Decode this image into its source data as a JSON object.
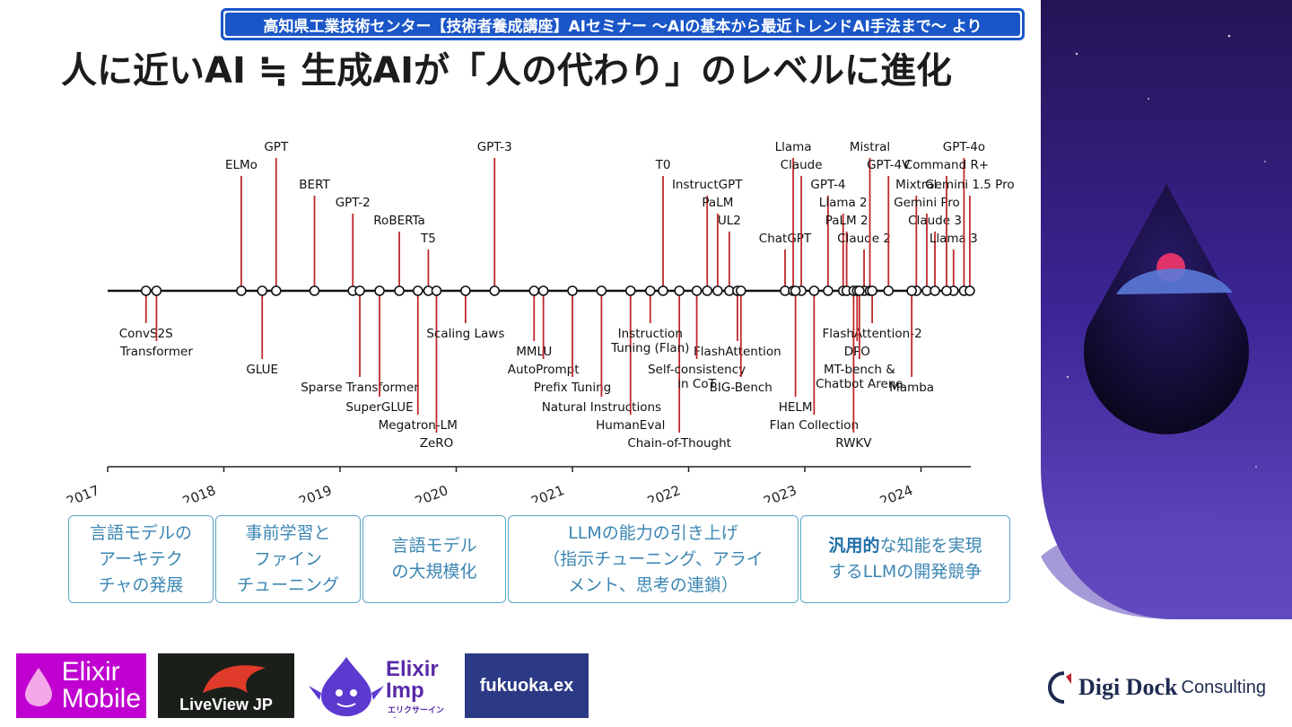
{
  "source_banner": "高知県工業技術センター【技術者養成講座】AIセミナー ～AIの基本から最近トレンドAI手法まで～ より",
  "title": "人に近いAI ≒ 生成AIが「人の代わり」のレベルに進化",
  "timeline": {
    "axis_line_color": "#111111",
    "stem_color": "#c0282a",
    "years": [
      "2017",
      "2018",
      "2019",
      "2020",
      "2021",
      "2022",
      "2023",
      "2024"
    ],
    "above": [
      {
        "label": "GPT",
        "date": 2018.45
      },
      {
        "label": "ELMo",
        "date": 2018.15
      },
      {
        "label": "BERT",
        "date": 2018.78
      },
      {
        "label": "GPT-2",
        "date": 2019.11
      },
      {
        "label": "RoBERTa",
        "date": 2019.51
      },
      {
        "label": "T5",
        "date": 2019.76
      },
      {
        "label": "GPT-3",
        "date": 2020.33
      },
      {
        "label": "T0",
        "date": 2021.78
      },
      {
        "label": "InstructGPT",
        "date": 2022.16
      },
      {
        "label": "PaLM",
        "date": 2022.25
      },
      {
        "label": "UL2",
        "date": 2022.35
      },
      {
        "label": "ChatGPT",
        "date": 2022.83
      },
      {
        "label": "Llama",
        "date": 2022.9
      },
      {
        "label": "Claude",
        "date": 2022.97
      },
      {
        "label": "GPT-4",
        "date": 2023.2
      },
      {
        "label": "Llama 2",
        "date": 2023.33
      },
      {
        "label": "PaLM 2",
        "date": 2023.36
      },
      {
        "label": "Claude 2",
        "date": 2023.51
      },
      {
        "label": "Mistral",
        "date": 2023.56
      },
      {
        "label": "GPT-4V",
        "date": 2023.72
      },
      {
        "label": "Mixtral",
        "date": 2023.96
      },
      {
        "label": "Gemini Pro",
        "date": 2024.05
      },
      {
        "label": "Claude 3",
        "date": 2024.12
      },
      {
        "label": "Llama 3",
        "date": 2024.28
      },
      {
        "label": "GPT-4o",
        "date": 2024.37
      },
      {
        "label": "Command R+",
        "date": 2024.22
      },
      {
        "label": "Gemini 1.5 Pro",
        "date": 2024.42
      }
    ],
    "below": [
      {
        "label": "ConvS2S",
        "date": 2017.33
      },
      {
        "label": "Transformer",
        "date": 2017.42
      },
      {
        "label": "GLUE",
        "date": 2018.33
      },
      {
        "label": "Sparse Transformer",
        "date": 2019.17
      },
      {
        "label": "SuperGLUE",
        "date": 2019.34
      },
      {
        "label": "Megatron-LM",
        "date": 2019.67
      },
      {
        "label": "ZeRO",
        "date": 2019.83
      },
      {
        "label": "Scaling Laws",
        "date": 2020.08
      },
      {
        "label": "MMLU",
        "date": 2020.67
      },
      {
        "label": "AutoPrompt",
        "date": 2020.75
      },
      {
        "label": "Prefix Tuning",
        "date": 2021.0
      },
      {
        "label": "Natural Instructions",
        "date": 2021.25
      },
      {
        "label": "HumanEval",
        "date": 2021.5
      },
      {
        "label": "Chain-of-Thought",
        "date": 2021.92
      },
      {
        "label": "Instruction Tuning (Flan)",
        "date": 2021.67
      },
      {
        "label": "FlashAttention",
        "date": 2022.42
      },
      {
        "label": "Self-consistency in CoT",
        "date": 2022.07
      },
      {
        "label": "BIG-Bench",
        "date": 2022.45
      },
      {
        "label": "HELM",
        "date": 2022.92
      },
      {
        "label": "Flan Collection",
        "date": 2023.08
      },
      {
        "label": "RWKV",
        "date": 2023.42
      },
      {
        "label": "FlashAttention-2",
        "date": 2023.58
      },
      {
        "label": "DPO",
        "date": 2023.45
      },
      {
        "label": "MT-bench & Chatbot Arena",
        "date": 2023.47
      },
      {
        "label": "Mamba",
        "date": 2023.92
      }
    ]
  },
  "phases": [
    {
      "text": "言語モデルの\nアーキテク\nチャの発展"
    },
    {
      "text": "事前学習と\nファイン\nチューニング"
    },
    {
      "text": "言語モデル\nの大規模化"
    },
    {
      "text": "LLMの能力の引き上げ\n（指示チューニング、アライ\nメント、思考の連鎖）"
    },
    {
      "emphasis": "汎用的",
      "text_rest": "な知能を実現\nするLLMの開発競争"
    }
  ],
  "logos": {
    "elixir_mobile": "Elixir\nMobile",
    "liveview_jp": "LiveView JP",
    "elixir_imp": "Elixir\nImp",
    "elixir_imp_sub": "エリクサーインプ",
    "fukuoka_ex": "fukuoka.ex",
    "digidock_brand": "Digi Dock",
    "digidock_sub": "Consulting"
  },
  "colors": {
    "banner_blue": "#1a56c8",
    "phase_text": "#3b86b3",
    "phase_border": "#5aa6c8",
    "deco_purple": "#3a2080",
    "deco_moon": "#e0336a"
  }
}
